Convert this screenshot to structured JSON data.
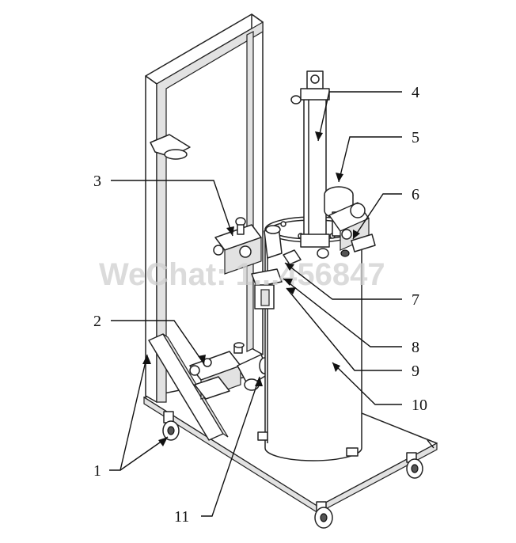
{
  "watermark": "WeChat: 1...456847",
  "labels": {
    "l1": "1",
    "l2": "2",
    "l3": "3",
    "l4": "4",
    "l5": "5",
    "l6": "6",
    "l7": "7",
    "l8": "8",
    "l9": "9",
    "l10": "10",
    "l11": "11"
  }
}
